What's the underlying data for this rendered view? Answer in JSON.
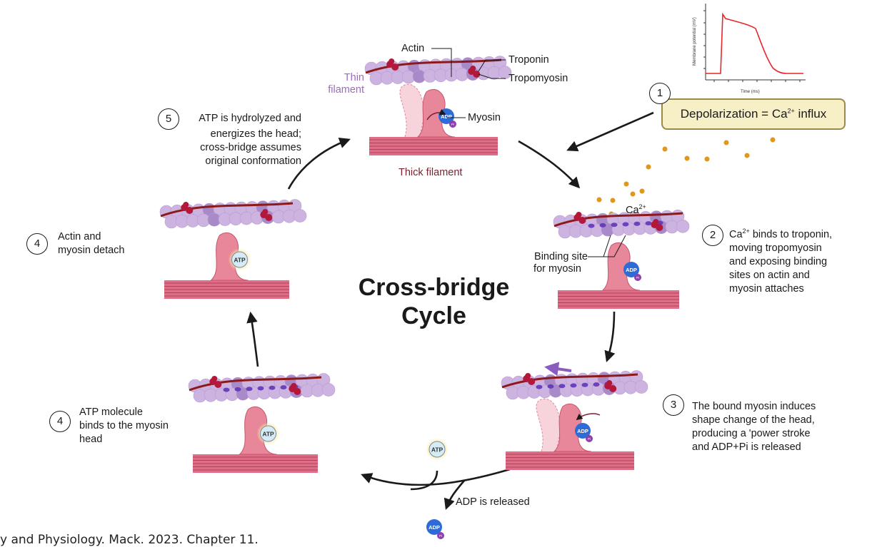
{
  "title": "Cross-bridge Cycle",
  "action_potential_graph": {
    "y_axis_label": "Membrane potential (mV)",
    "x_axis_label": "Time (ms)",
    "line_color": "#e8262b"
  },
  "depolarization_box": {
    "step": "1",
    "text_before": "Depolarization = Ca",
    "superscript": "2+",
    "text_after": " influx"
  },
  "top_figure": {
    "actin_label": "Actin",
    "troponin_label": "Troponin",
    "tropomyosin_label": "Tropomyosin",
    "thin_filament_label_line1": "Thin",
    "thin_filament_label_line2": "filament",
    "myosin_label": "Myosin",
    "thick_filament_label": "Thick filament"
  },
  "calcium_label": {
    "base": "Ca",
    "sup": "2+"
  },
  "binding_site_label": {
    "line1": "Binding site",
    "line2": "for myosin"
  },
  "steps": [
    {
      "number": "5",
      "lines": [
        "ATP is hydrolyzed and",
        "energizes the head;",
        "cross-bridge assumes",
        "original conformation"
      ]
    },
    {
      "number": "2",
      "lines": [
        "Ca",
        "binds to troponin,",
        "moving tropomyosin",
        "and exposing binding",
        "sites on actin and",
        "myosin attaches"
      ],
      "sup": "2+"
    },
    {
      "number": "4",
      "lines": [
        "Actin and",
        "myosin detach"
      ]
    },
    {
      "number": "3",
      "lines": [
        "The bound myosin induces",
        "shape change of the head,",
        "producing a 'power stroke",
        "and ADP+Pi is released"
      ]
    },
    {
      "number": "4",
      "lines": [
        "ATP molecule",
        "binds to the myosin",
        "head"
      ]
    }
  ],
  "adp_released_label": "ADP is released",
  "molecules": {
    "atp": "ATP",
    "adp": "ADP",
    "pi": "Pi"
  },
  "footer_text": "y and Physiology. Mack. 2023. Chapter 11.",
  "colors": {
    "actin_bead": "#cdb4e0",
    "actin_bead_dark": "#a88ac8",
    "binding_site": "#5b2fb5",
    "tropomyosin": "#8b1a1a",
    "troponin": "#b3183a",
    "myosin": "#e8879a",
    "thick_filament": "#e06d87",
    "adp": "#2f6bd6",
    "pi": "#8e3fae",
    "atp_fill": "#d5ecf7",
    "calcium": "#e0981c",
    "box_fill": "#f7efc6",
    "box_border": "#9c8a4a",
    "thin_label": "#9b6cb8",
    "thick_label": "#7a2230"
  }
}
